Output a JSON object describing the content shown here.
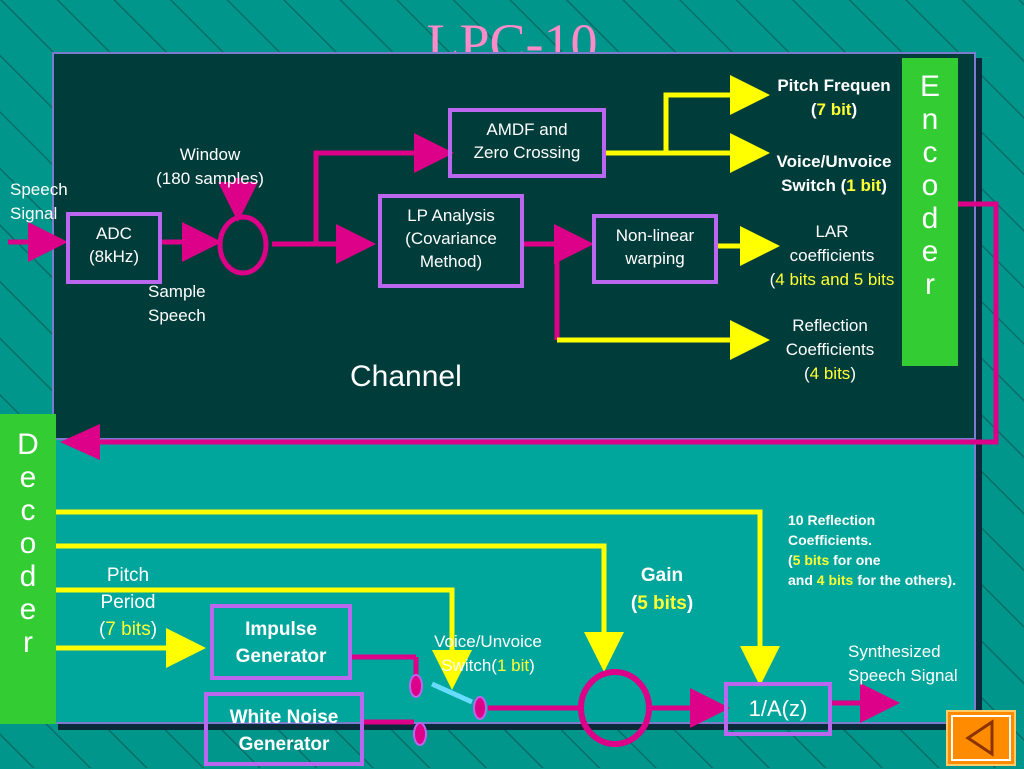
{
  "title": "LPC-10",
  "encoder_letters": [
    "E",
    "n",
    "c",
    "o",
    "d",
    "e",
    "r"
  ],
  "decoder_letters": [
    "D",
    "e",
    "c",
    "o",
    "d",
    "e",
    "r"
  ],
  "channel_label": "Channel",
  "encoder": {
    "speech_signal": [
      "Speech",
      "Signal"
    ],
    "adc": [
      "ADC",
      "(8kHz)"
    ],
    "window": [
      "Window",
      "(180 samples)"
    ],
    "sample_speech": [
      "Sample",
      "Speech"
    ],
    "amdf": [
      "AMDF  and",
      "Zero Crossing"
    ],
    "lp_analysis": [
      "LP Analysis",
      "(Covariance",
      "Method)"
    ],
    "nonlinear": [
      "Non-linear",
      "warping"
    ],
    "pitch_out": {
      "line1": "Pitch Frequen",
      "open": "(",
      "bits": "7 bit",
      "close": ")"
    },
    "voice_out": {
      "line1": "Voice/Unvoice",
      "line2_prefix": "Switch (",
      "bits": "1 bit",
      "close": ")"
    },
    "lar_out": {
      "line1": "LAR",
      "line2": "coefficients",
      "open": "(",
      "bits": "4 bits and 5 bits"
    },
    "refl_out": {
      "line1": "Reflection",
      "line2": "Coefficients",
      "open": "(",
      "bits": "4 bits",
      "close": ")"
    }
  },
  "decoder": {
    "pitch_period": {
      "line1": "Pitch",
      "line2": "Period",
      "open": "(",
      "bits": "7 bits",
      "close": ")"
    },
    "impulse": [
      "Impulse",
      "Generator"
    ],
    "white_noise": [
      "White Noise",
      "Generator"
    ],
    "voice_switch": {
      "line1": "Voice/Unvoice",
      "line2_prefix": "Switch(",
      "bits": "1 bit",
      "close": ")"
    },
    "gain": {
      "line1": "Gain",
      "open": "(",
      "bits": "5 bits",
      "close": ")"
    },
    "refl10": {
      "line1": "10 Reflection",
      "line2": "Coefficients.",
      "l3_open": "(",
      "l3_bits": "5 bits",
      "l3_rest": " for one",
      "l4_prefix": "and ",
      "l4_bits": "4 bits",
      "l4_rest": " for the others)."
    },
    "synth_filter": "1/A(z)",
    "synthesized": [
      "Synthesized",
      "Speech Signal"
    ]
  },
  "colors": {
    "wire_magenta": "#dd0088",
    "wire_yellow": "#ffff00",
    "box_border": "#bb66ee",
    "strip_green": "#33cc33",
    "title_pink": "#ff8ac8",
    "accent_yellow": "#ffff33"
  },
  "icons": {
    "nav": "back-arrow-icon"
  }
}
